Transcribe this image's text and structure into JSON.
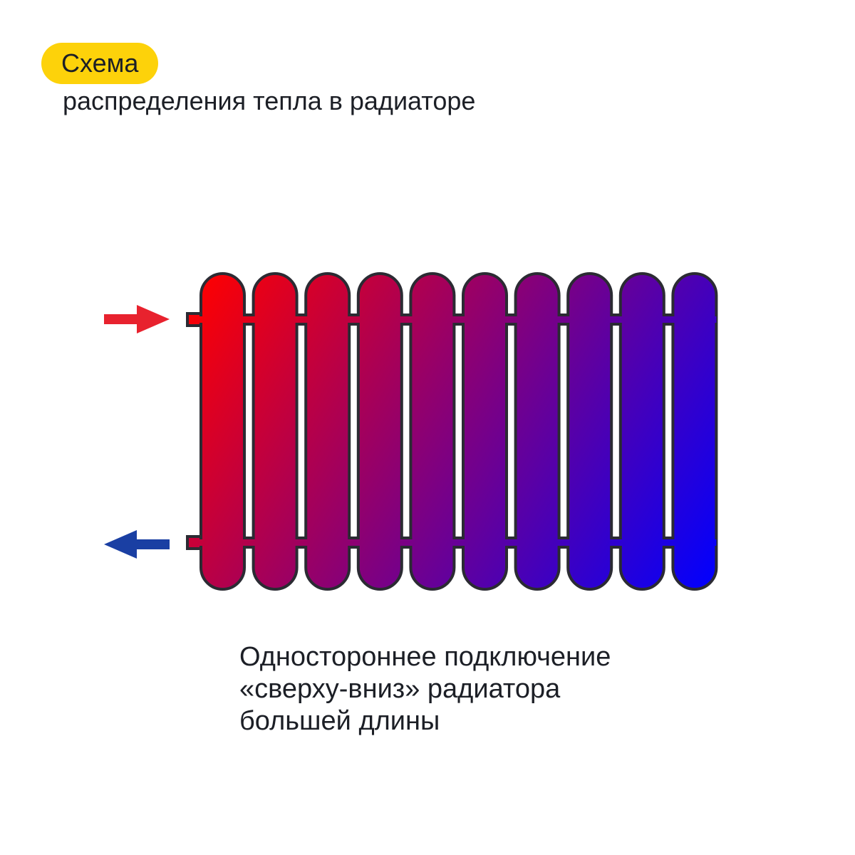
{
  "header": {
    "badge_label": "Схема",
    "subtitle": "распределения тепла в радиаторе"
  },
  "diagram": {
    "section_count": 10,
    "colors": {
      "hot": "#ff0000",
      "cold": "#0000ff",
      "outline": "#2b2b33",
      "supply_arrow": "#e8222e",
      "return_arrow": "#1a3fa3",
      "badge": "#fdd20a"
    }
  },
  "caption": {
    "lines": [
      "Одностороннее подключение",
      "«сверху-вниз» радиатора",
      "большей длины"
    ]
  }
}
